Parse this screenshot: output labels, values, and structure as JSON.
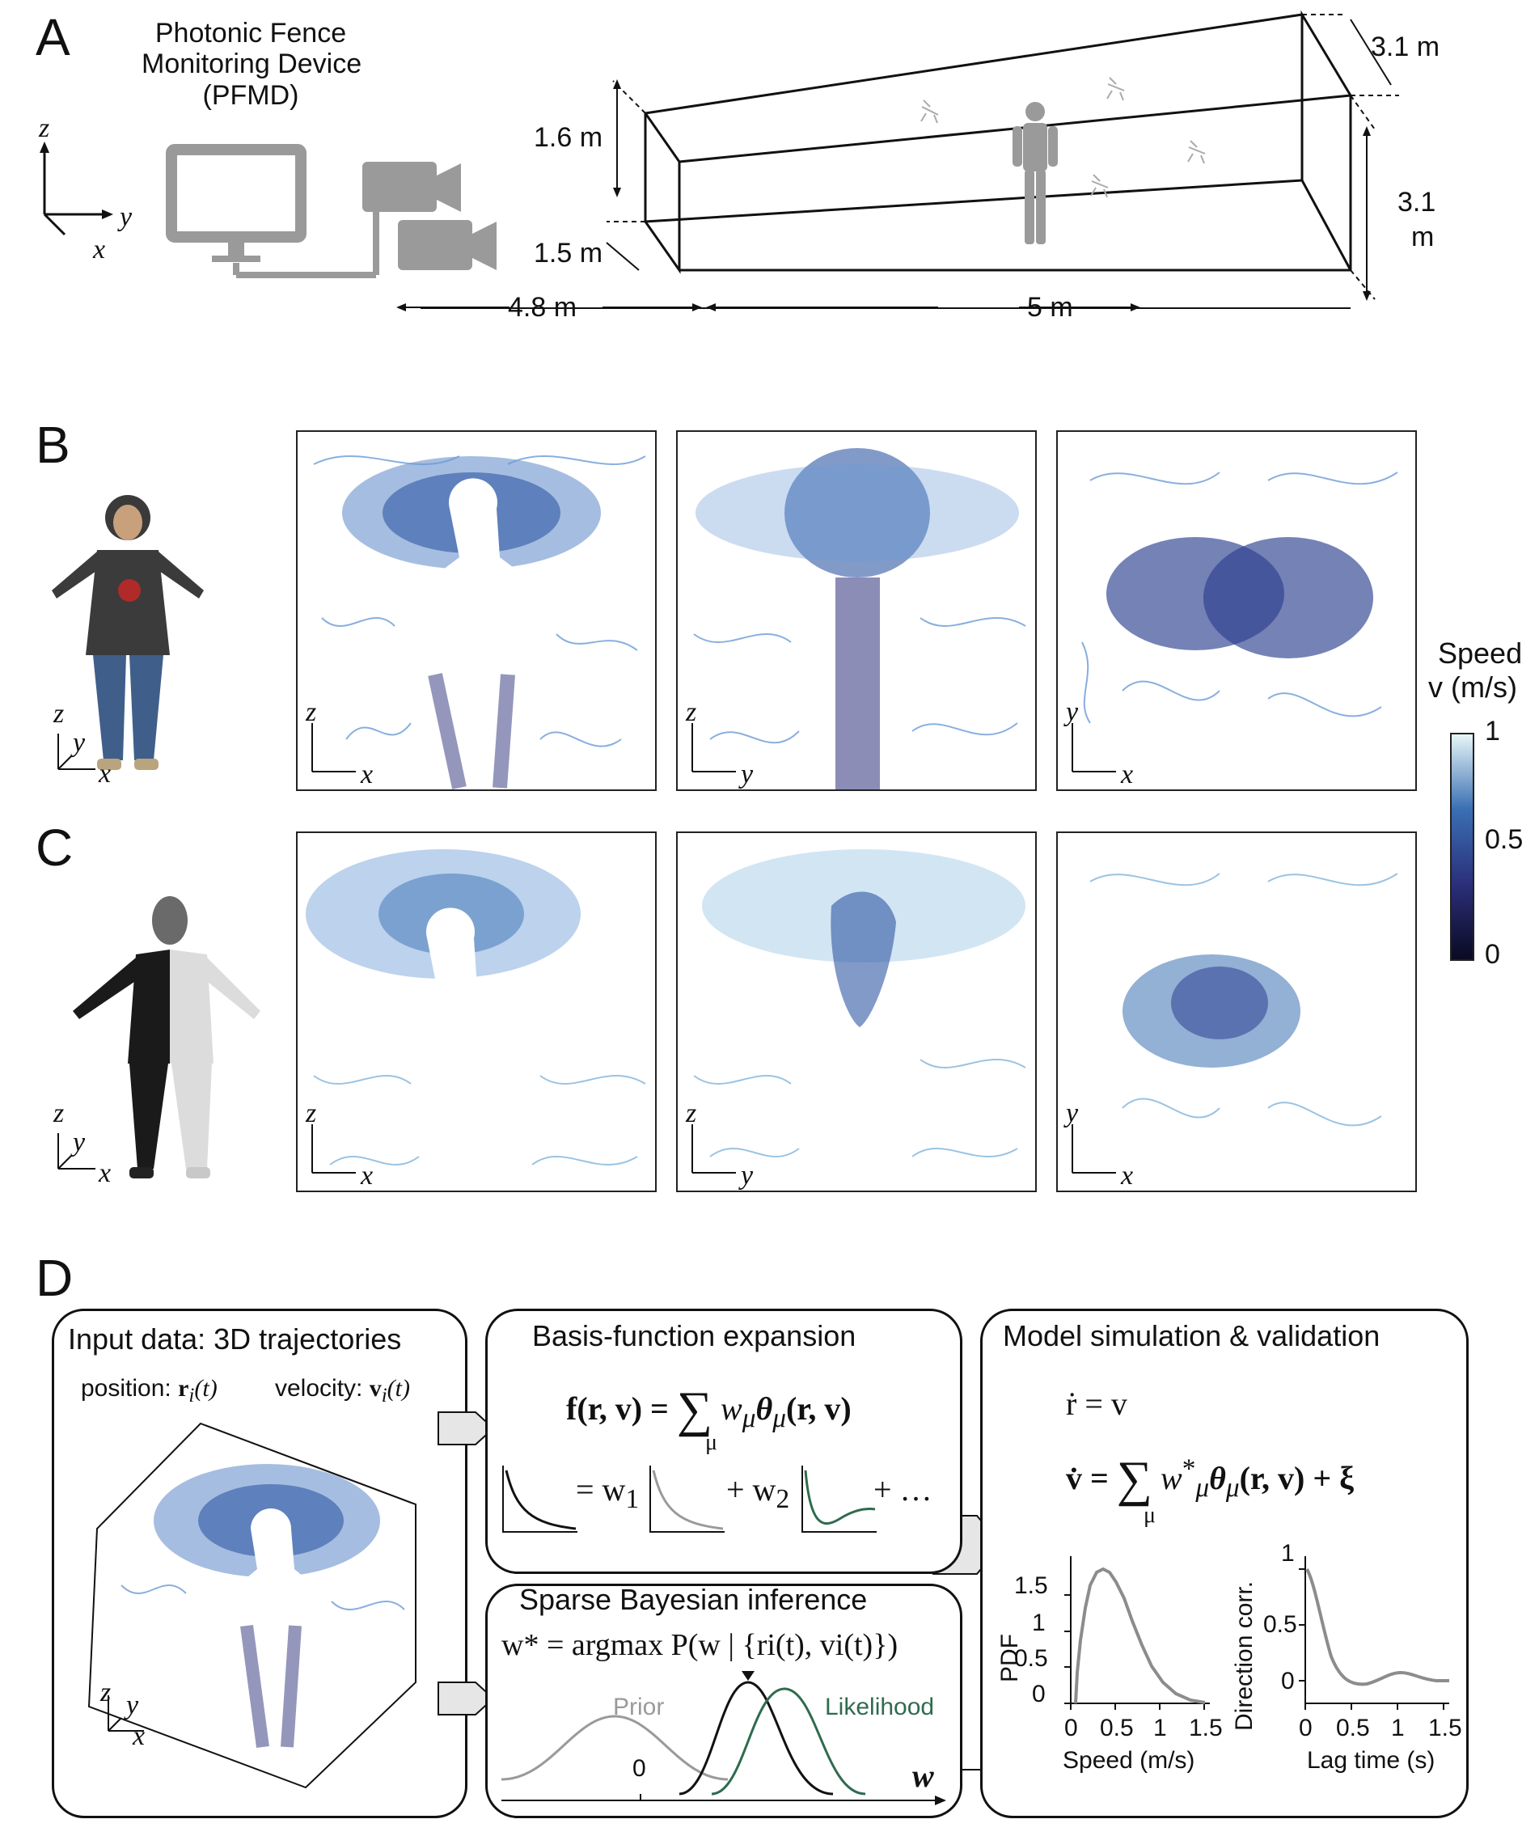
{
  "panelA": {
    "letter": "A",
    "device_title": [
      "Photonic Fence",
      "Monitoring Device",
      "(PFMD)"
    ],
    "axes": {
      "z": "z",
      "y": "y",
      "x": "x"
    },
    "dims": {
      "d1": "3.1 m",
      "d2": "1.6 m",
      "d3": "1.5 m",
      "d4": "3.1",
      "d4b": "m",
      "d5": "4.8 m",
      "d6": "5 m"
    }
  },
  "panelB": {
    "letter": "B",
    "subplots": [
      {
        "a1": "z",
        "a2": "x"
      },
      {
        "a1": "z",
        "a2": "y"
      },
      {
        "a1": "y",
        "a2": "x"
      }
    ],
    "person_axes": {
      "z": "z",
      "y": "y",
      "x": "x"
    }
  },
  "panelC": {
    "letter": "C",
    "subplots": [
      {
        "a1": "z",
        "a2": "x"
      },
      {
        "a1": "z",
        "a2": "y"
      },
      {
        "a1": "y",
        "a2": "x"
      }
    ],
    "person_axes": {
      "z": "z",
      "y": "y",
      "x": "x"
    }
  },
  "colorbar": {
    "title": "Speed",
    "subtitle": "v (m/s)",
    "ticks": [
      "1",
      "0.5",
      "0"
    ],
    "colors": [
      "#e8f6f7",
      "#3a6fb3",
      "#2b2f7a",
      "#0a0a22"
    ]
  },
  "panelD": {
    "letter": "D",
    "input": {
      "title": "Input data: 3D trajectories",
      "position_label": "position:",
      "velocity_label": "velocity:",
      "position_sym": "r",
      "velocity_sym": "v",
      "sub_i": "i",
      "arg_t": "(t)",
      "axes": {
        "z": "z",
        "y": "y",
        "x": "x"
      }
    },
    "basis": {
      "title": "Basis-function expansion",
      "eq_lhs": "f(r, v) = ",
      "eq_rhs": "w",
      "eq_mu": "μ",
      "eq_theta": "θ",
      "eq_args": "(r, v)",
      "sum_sym": "∑",
      "w1": "= w",
      "w1_sub": "1",
      "plus_w2": "+ w",
      "w2_sub": "2",
      "ellipsis": "+ …"
    },
    "sparse": {
      "title": "Sparse Bayesian inference",
      "equation": "w* = argmax P(w | {ri(t), vi(t)})",
      "prior": "Prior",
      "likelihood": "Likelihood",
      "zero": "0",
      "w_axis": "w"
    },
    "model": {
      "title": "Model simulation & validation",
      "eq1": "ṙ = v",
      "eq2_lhs": "v̇ = ",
      "eq2_rhs": "w",
      "eq2_star": "*",
      "eq2_theta": "θ",
      "eq2_args": "(r, v) + ξ",
      "mu": "μ",
      "sum_sym": "∑"
    },
    "plot_speed": {
      "ylabel": "PDF",
      "xlabel": "Speed (m/s)",
      "xticks": [
        "0",
        "0.5",
        "1",
        "1.5"
      ],
      "yticks": [
        "1.5",
        "1",
        "0.5",
        "0"
      ]
    },
    "plot_corr": {
      "ylabel": "Direction corr.",
      "xlabel": "Lag time (s)",
      "xticks": [
        "0",
        "0.5",
        "1",
        "1.5"
      ],
      "yticks": [
        "1",
        "0.5",
        "0"
      ]
    },
    "colors": {
      "likelihood": "#2f6b4f",
      "prior": "#9a9a9a",
      "curve": "#111111"
    }
  }
}
